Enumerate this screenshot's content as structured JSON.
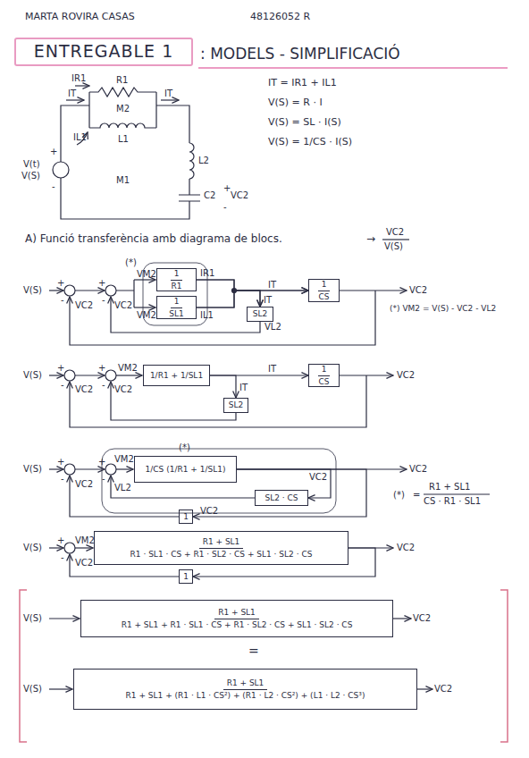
{
  "diagram": {
    "nodes": [
      {
        "text": [
          "ENTREGABLE 1"
        ]
      },
      {
        "text": [
          "1",
          "R1"
        ]
      },
      {
        "text": [
          "1",
          "SL1"
        ]
      },
      {
        "text": [
          "1",
          "CS"
        ]
      },
      {
        "text": [
          "SL2"
        ]
      },
      {
        "text": [
          "1/R1 + 1/SL1"
        ]
      },
      {
        "text": [
          "1",
          "CS"
        ]
      },
      {
        "text": [
          "SL2"
        ]
      },
      {
        "text": [
          "1/CS (1/R1 + 1/SL1)"
        ]
      },
      {
        "text": [
          "SL2 · CS"
        ]
      },
      {
        "text": [
          "1"
        ]
      },
      {
        "text": [
          "R1 + SL1",
          "R1 · SL1 · CS + R1 · SL2 · CS + SL1 · SL2 · CS"
        ]
      },
      {
        "text": [
          "1"
        ]
      },
      {
        "text": [
          "R1 + SL1",
          "R1 + SL1 + R1 · SL1 · CS + R1 · SL2 · CS + SL1 · SL2 · CS"
        ]
      },
      {
        "text": [
          "R1 + SL1",
          "R1 + SL1 + (R1 · L1 · CS²) + (R1 · L2 · CS²) + (L1 · L2 · CS³)"
        ]
      }
    ],
    "edges": [
      {
        "from": 1,
        "to": 3,
        "arrow": "to",
        "label": "IR1"
      },
      {
        "from": 2,
        "to": 3,
        "arrow": "to",
        "label": "IL1"
      },
      {
        "from": 1,
        "to": 4,
        "arrow": "to"
      },
      {
        "from": 2,
        "to": 4,
        "arrow": "to"
      },
      {
        "from": 5,
        "to": 6,
        "arrow": "to",
        "label": "IT"
      },
      {
        "from": 5,
        "to": 7,
        "arrow": "to",
        "label": "IT"
      },
      {
        "from": 8,
        "to": 9,
        "arrow": "to",
        "label": "VC2"
      },
      {
        "from": 8,
        "to": 10,
        "arrow": "to",
        "label": "VC2"
      },
      {
        "from": 11,
        "to": 12,
        "arrow": "to"
      }
    ],
    "labels": [
      "MARTA ROVIRA CASAS",
      "48126052 R",
      ": MODELS - SIMPLIFICACIÓ",
      "IR1",
      "R1",
      "M2",
      "IT",
      "IT",
      "IL1",
      "L1",
      "M1",
      "+",
      "V(t)",
      "V(S)",
      "-",
      "L2",
      "C2",
      "+",
      "VC2",
      "-",
      "IT = IR1 + IL1",
      "V(S) = R · I",
      "V(S) = SL · I(S)",
      "V(S) = 1/CS · I(S)",
      "A) Funció transferència amb diagrama de blocs.",
      "→",
      "VC2",
      "V(S)",
      "V(S)",
      "+",
      "-",
      "VC2",
      "+",
      "-",
      "VC2",
      "(*)",
      "VM2",
      "VM2",
      "IT",
      "IT",
      "VL2",
      "VC2",
      "(*) VM2 = V(S) - VC2 - VL2",
      "V(S)",
      "+",
      "-",
      "VC2",
      "+",
      "-",
      "VC2",
      "VM2",
      "VC2",
      "V(S)",
      "+",
      "-",
      "VC2",
      "+",
      "-",
      "VM2",
      "VL2",
      "(*)",
      "VC2",
      "(*)",
      "=",
      "R1 + SL1",
      "CS · R1 · SL1",
      "V(S)",
      "+",
      "-",
      "VC2",
      "VM2",
      "VC2",
      "V(S)",
      "VC2",
      "=",
      "V(S)",
      "VC2"
    ]
  }
}
